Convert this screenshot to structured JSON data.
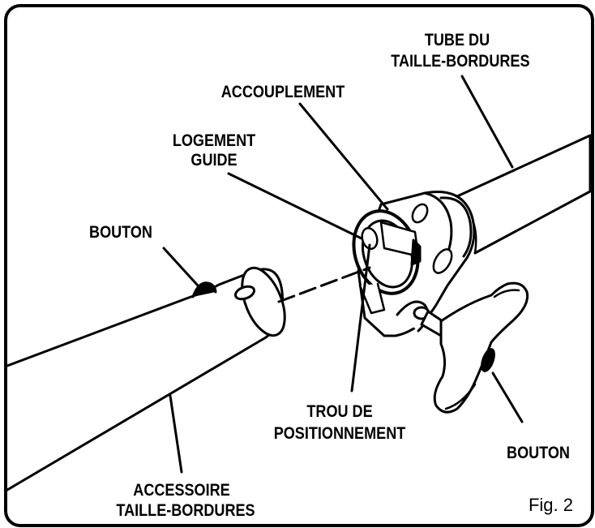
{
  "labels": {
    "tube_line1": "TUBE DU",
    "tube_line2": "TAILLE-BORDURES",
    "coupler": "ACCOUPLEMENT",
    "guide_line1": "LOGEMENT",
    "guide_line2": "GUIDE",
    "button_left": "BOUTON",
    "hole_line1": "TROU DE",
    "hole_line2": "POSITIONNEMENT",
    "button_right": "BOUTON",
    "attachment_line1": "ACCESSOIRE",
    "attachment_line2": "TAILLE-BORDURES"
  },
  "caption": "Fig. 2"
}
